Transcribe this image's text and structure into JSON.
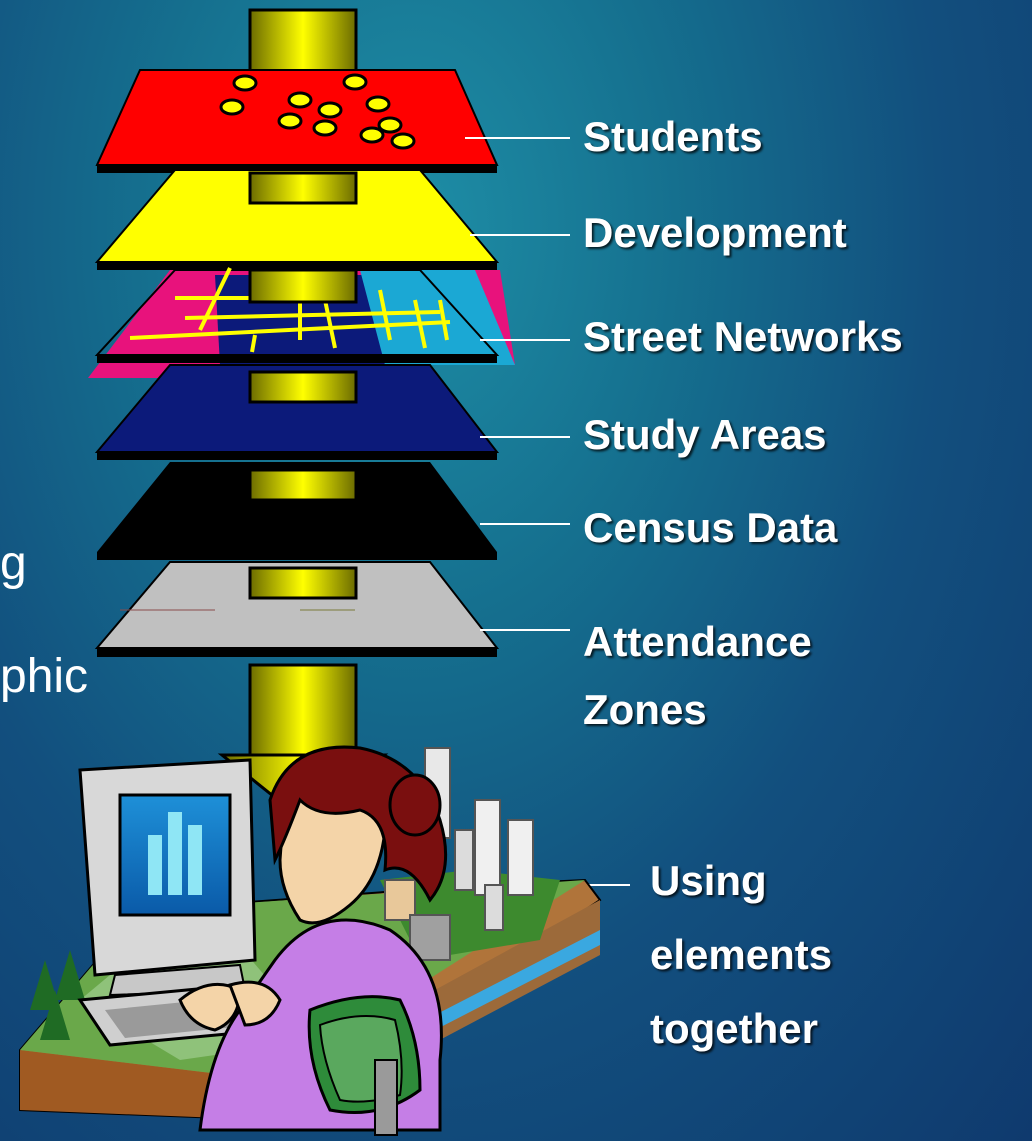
{
  "layers": [
    {
      "label": "Students",
      "color": "#ff0000"
    },
    {
      "label": "Development",
      "color": "#ffff00"
    },
    {
      "label": "Street Networks",
      "color": "#e8127c"
    },
    {
      "label": "Study Areas",
      "color": "#0c1a7a"
    },
    {
      "label": "Census Data",
      "color": "#000000"
    },
    {
      "label": "Attendance Zones",
      "color": "#c0c0c0"
    }
  ],
  "result_label": "Using elements together",
  "partial_text": [
    "g",
    "phic"
  ],
  "colors": {
    "arrow": "#f0f000",
    "label_text": "#ffffff",
    "person_shirt": "#c57ee6",
    "chair": "#2e8b3a"
  }
}
